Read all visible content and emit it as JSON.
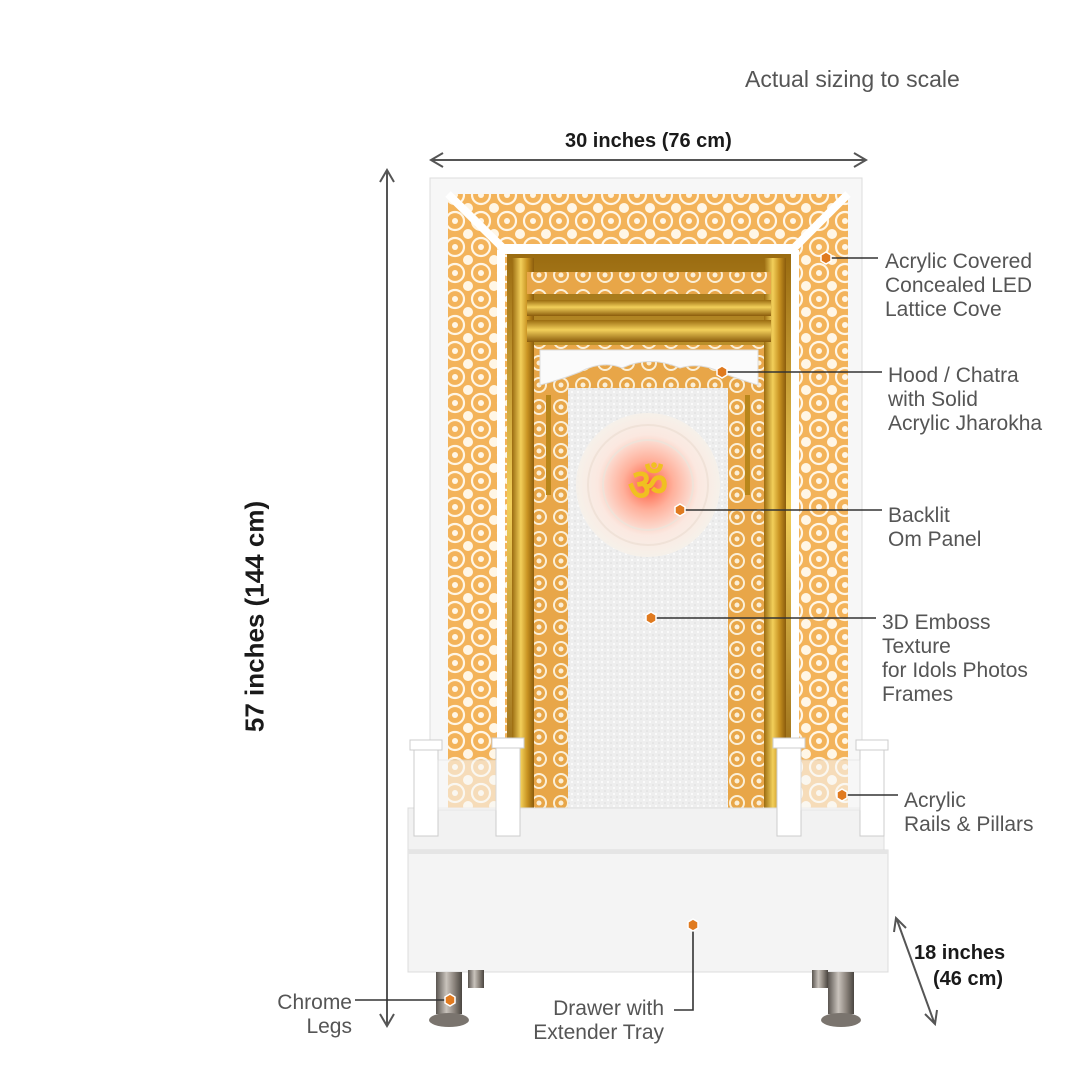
{
  "scale_note": "Actual sizing to scale",
  "dimensions": {
    "width": "30 inches (76 cm)",
    "height": "57 inches  (144 cm)",
    "depth_line1": "18 inches",
    "depth_line2": "(46 cm)"
  },
  "callouts": {
    "led_cove": "Acrylic Covered\nConcealed LED\nLattice Cove",
    "hood": "Hood / Chatra\nwith Solid\nAcrylic Jharokha",
    "om_panel": "Backlit\nOm Panel",
    "emboss": "3D Emboss\nTexture\nfor Idols Photos\nFrames",
    "rails": "Acrylic\nRails & Pillars",
    "drawer": "Drawer with\nExtender Tray",
    "legs": "Chrome\nLegs"
  },
  "symbol": "ॐ",
  "colors": {
    "accent_marker": "#e07a1f",
    "gold": "#c9971c",
    "lattice_glow": "#f4b75a",
    "white_body": "#f7f7f7"
  }
}
